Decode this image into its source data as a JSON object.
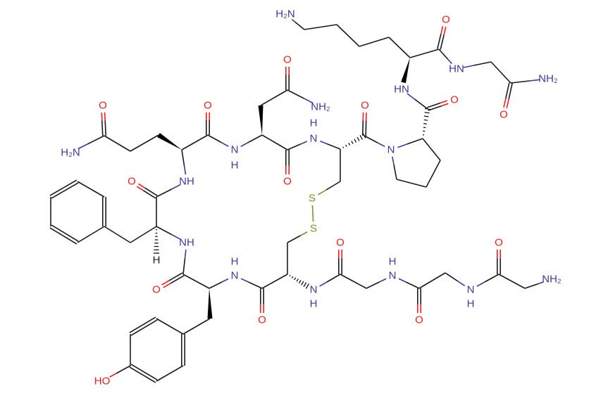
{
  "diagram": {
    "type": "chemical-structure",
    "labels": {
      "N": "N",
      "NH": "NH",
      "HN": "HN",
      "H": "H",
      "O": "O",
      "S": "S",
      "NH2": "NH₂",
      "H2N": "H₂N",
      "HO": "HO"
    },
    "colors": {
      "carbon": "#1a1a1a",
      "nitrogen": "#3a3aa0",
      "oxygen": "#ff1a1a",
      "sulfur": "#8a8a2a"
    }
  }
}
